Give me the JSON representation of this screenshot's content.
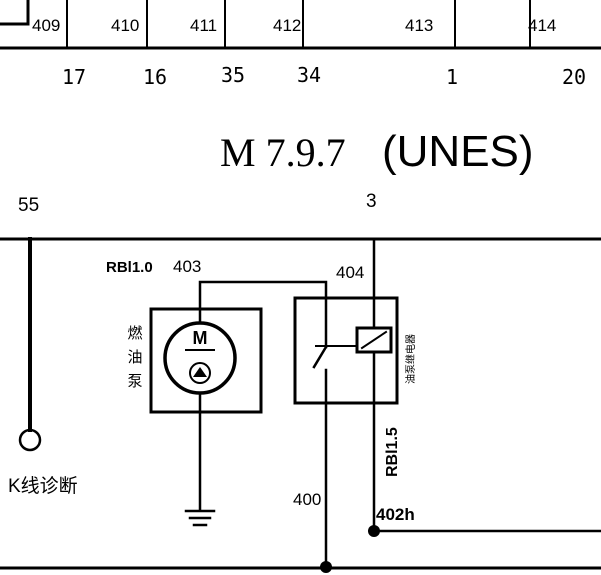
{
  "fuse_row": {
    "fuses": [
      "409",
      "410",
      "411",
      "412",
      "413",
      "414"
    ],
    "pins": [
      "17",
      "16",
      "35",
      "34",
      "1",
      "20"
    ]
  },
  "ecu": {
    "model": "M 7.9.7",
    "name": "(UNES)",
    "pin_k_line": "55",
    "pin_relay": "3"
  },
  "wires": {
    "pump_feed_label": "RBl1.0",
    "pump_feed_number": "403",
    "relay_coil_wire": "404",
    "relay_out_label": "RBl1.5",
    "ground_wire": "400",
    "output_wire": "402h"
  },
  "components": {
    "fuel_pump_label": [
      "燃",
      "油",
      "泵"
    ],
    "motor_letter": "M",
    "relay_label": "油泵继电器",
    "k_line_label": "K线诊断"
  }
}
